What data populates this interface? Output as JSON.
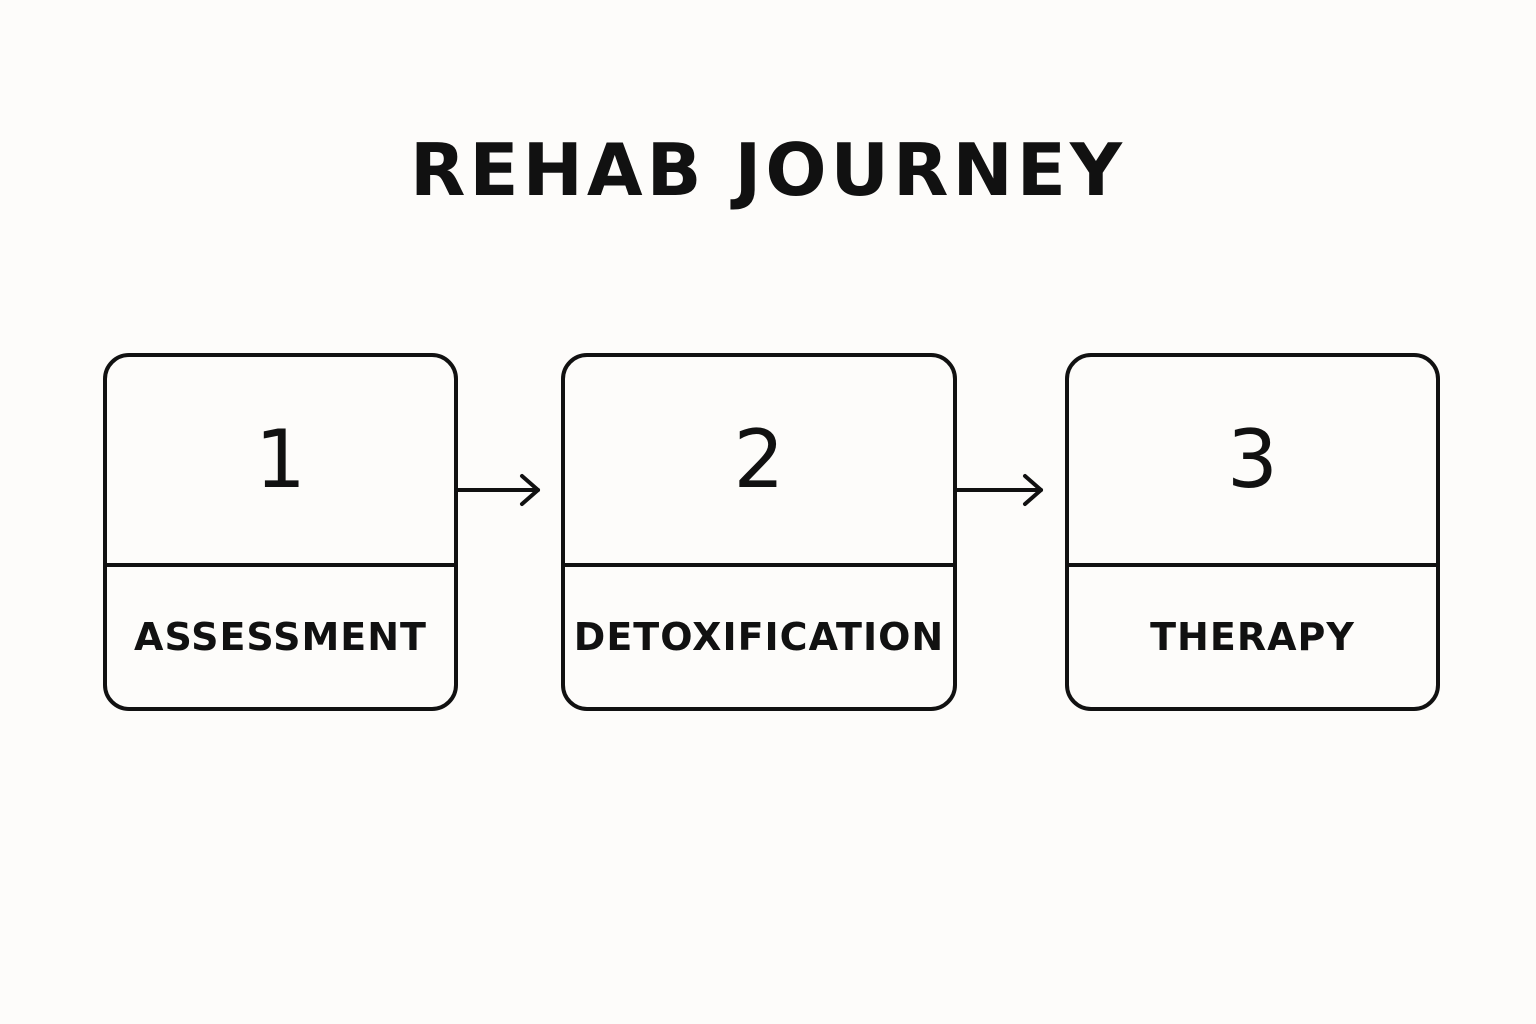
{
  "title": "REHAB JOURNEY",
  "steps": [
    {
      "number": "1",
      "label": "ASSESSMENT"
    },
    {
      "number": "2",
      "label": "DETOXIFICATION"
    },
    {
      "number": "3",
      "label": "THERAPY"
    }
  ],
  "colors": {
    "background": "#fdfcfa",
    "stroke": "#111111",
    "text": "#111111"
  },
  "icons": [
    "arrow-right-icon",
    "arrow-right-icon"
  ]
}
